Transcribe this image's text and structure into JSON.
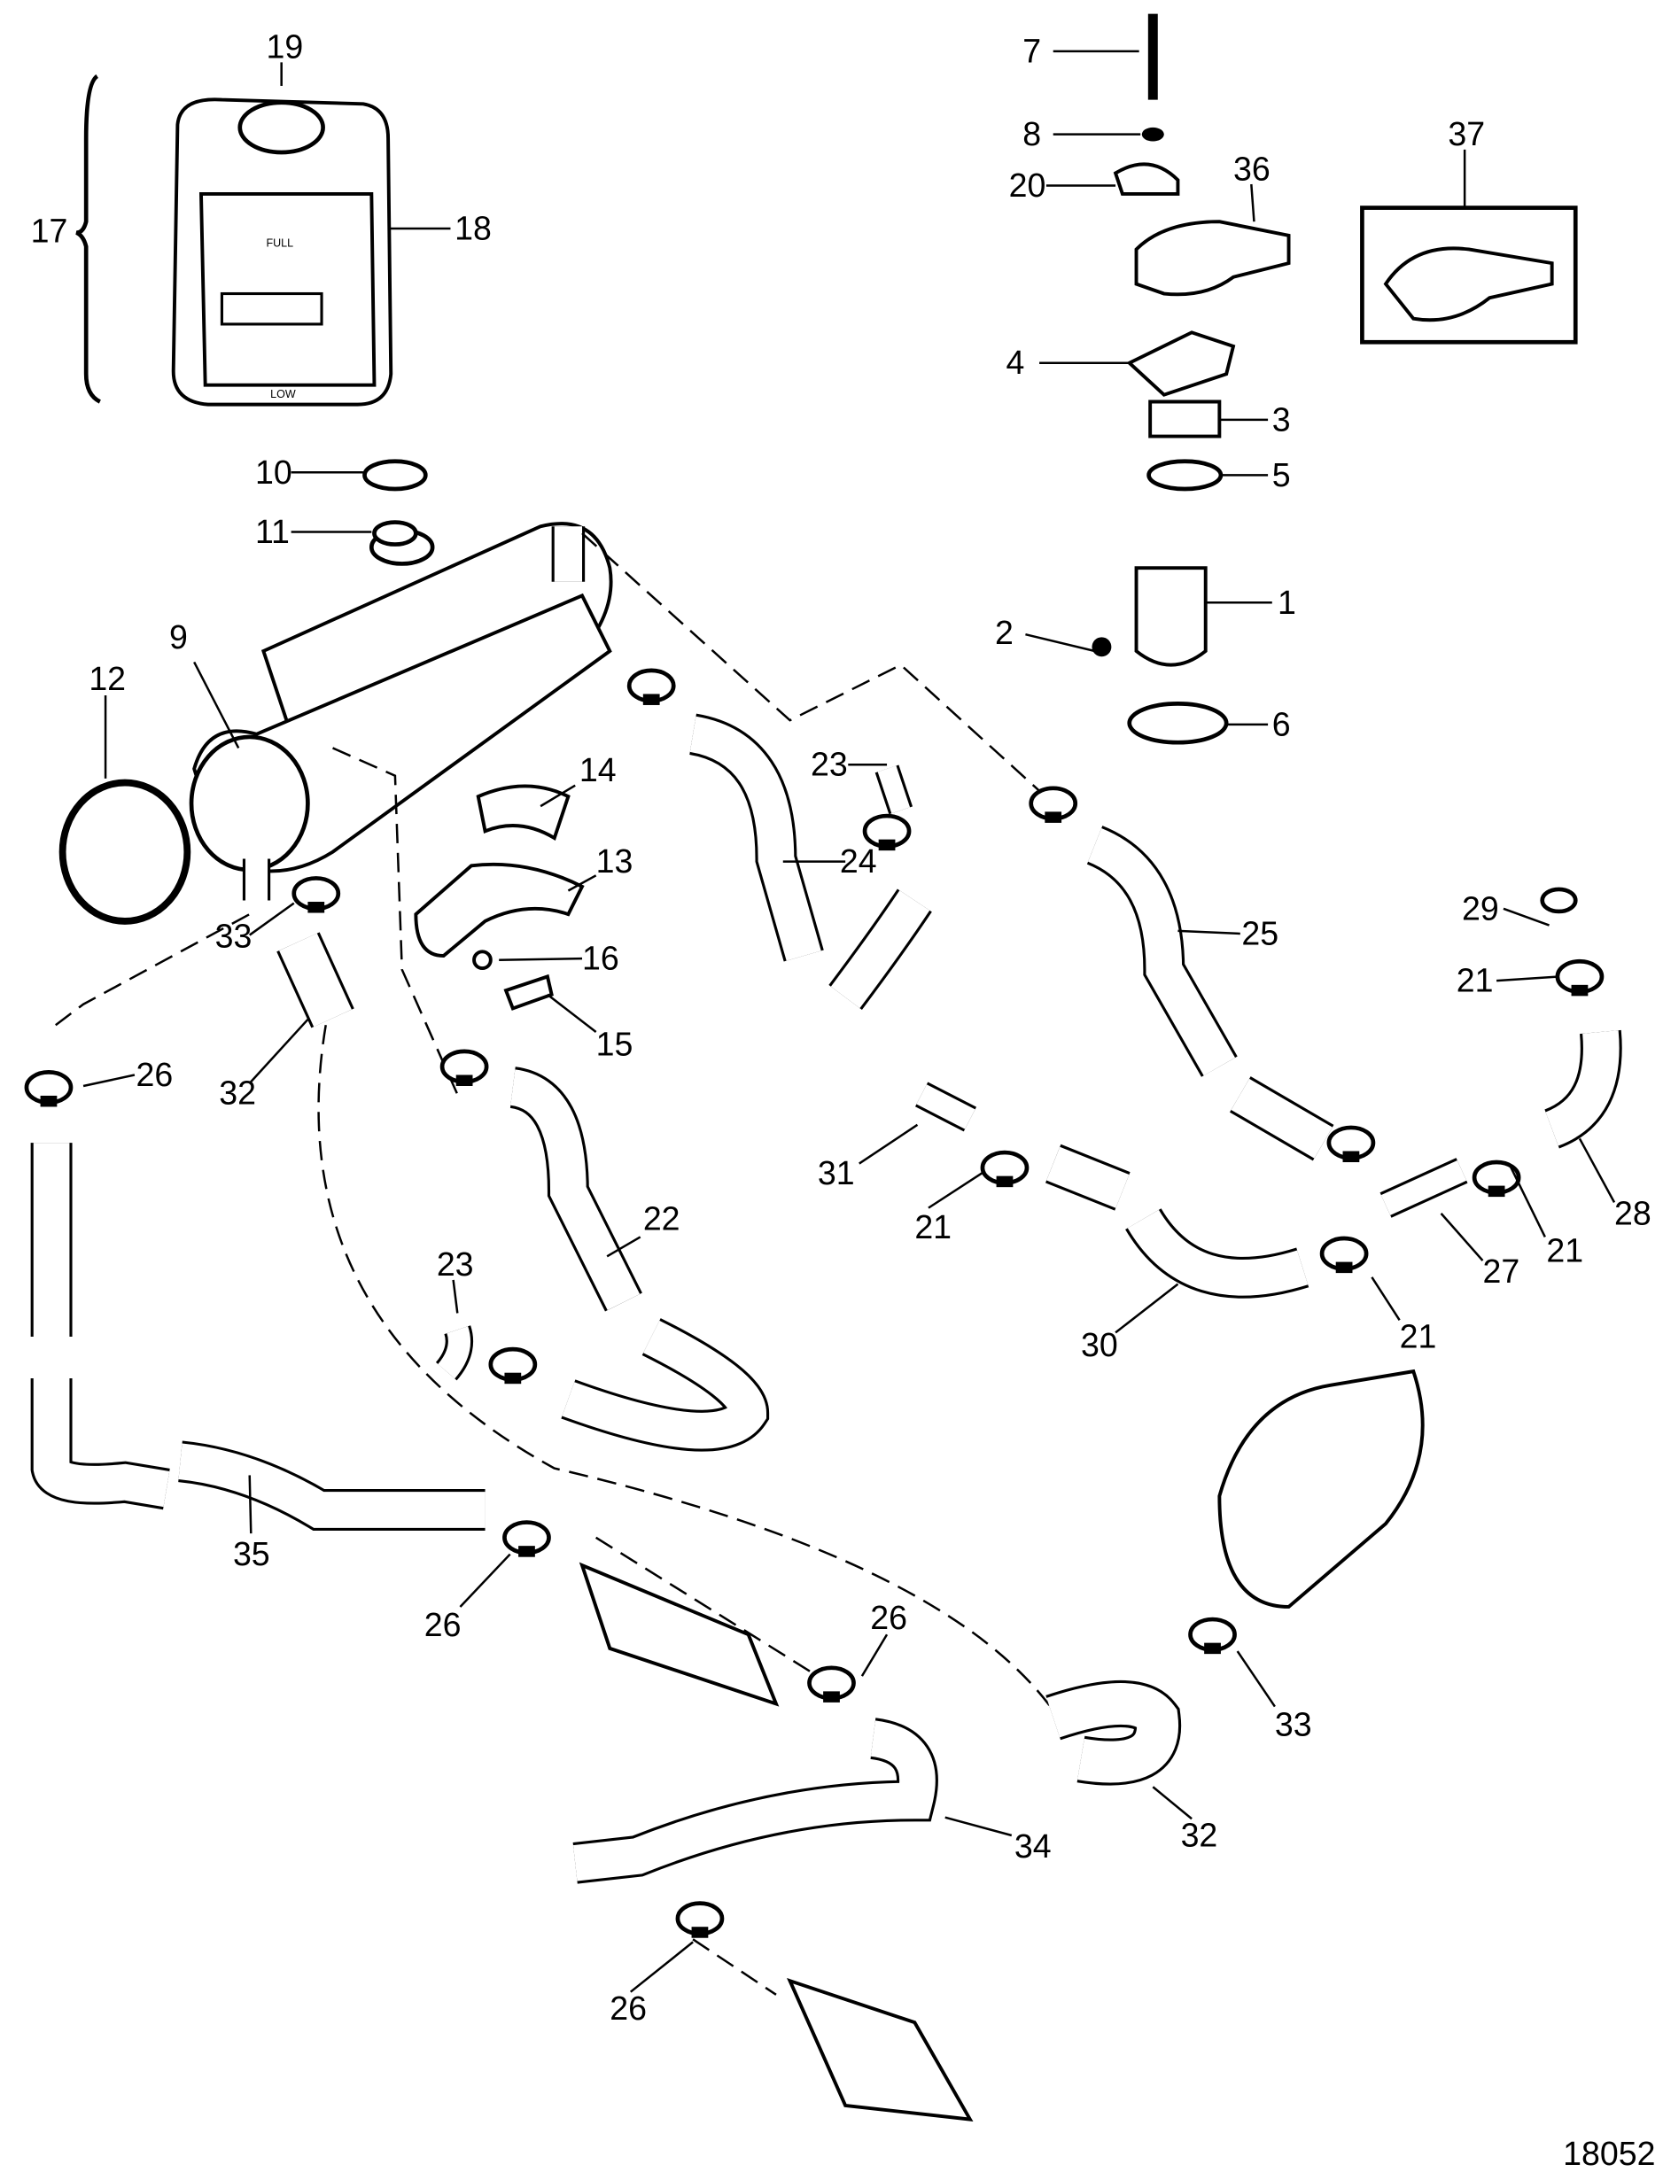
{
  "diagram": {
    "figure_number": "18052",
    "tank_markings": {
      "full": "FULL",
      "low": "LOW"
    },
    "callouts": [
      "19",
      "17",
      "18",
      "7",
      "8",
      "20",
      "36",
      "37",
      "4",
      "3",
      "5",
      "1",
      "2",
      "6",
      "10",
      "11",
      "9",
      "12",
      "14",
      "13",
      "16",
      "15",
      "23",
      "24",
      "25",
      "33",
      "32",
      "26",
      "29",
      "21",
      "31",
      "21",
      "22",
      "23",
      "28",
      "27",
      "21",
      "21",
      "30",
      "35",
      "26",
      "26",
      "33",
      "32",
      "34",
      "26"
    ]
  }
}
